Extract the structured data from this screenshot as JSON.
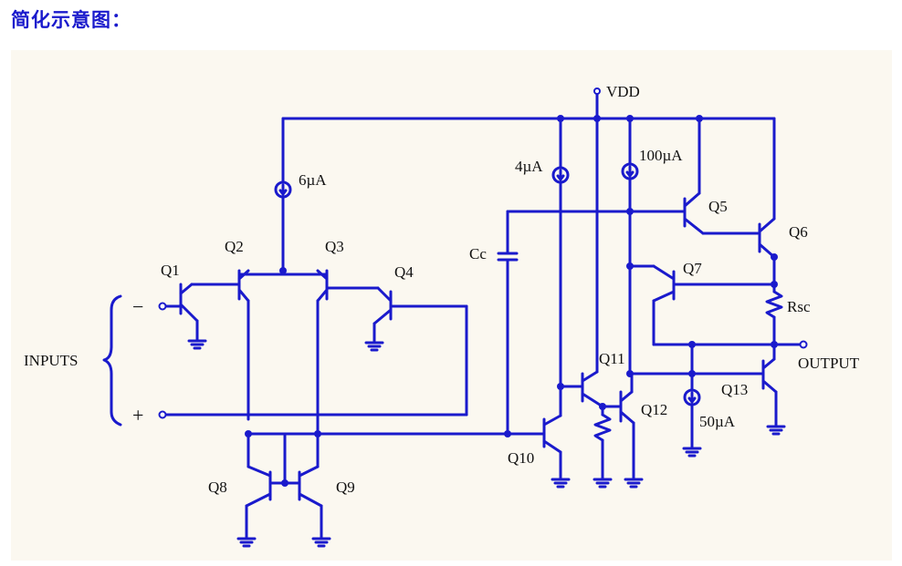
{
  "heading": "简化示意图：",
  "colors": {
    "wire": "#1a1acc",
    "background": "#fbf8f0",
    "heading": "#1a1acc"
  },
  "labels": {
    "vdd": "VDD",
    "i6": "6µA",
    "i4": "4µA",
    "i100": "100µA",
    "i50": "50µA",
    "q1": "Q1",
    "q2": "Q2",
    "q3": "Q3",
    "q4": "Q4",
    "q5": "Q5",
    "q6": "Q6",
    "q7": "Q7",
    "q8": "Q8",
    "q9": "Q9",
    "q10": "Q10",
    "q11": "Q11",
    "q12": "Q12",
    "q13": "Q13",
    "cc": "Cc",
    "rsc": "Rsc",
    "inputs": "INPUTS",
    "output": "OUTPUT",
    "minus": "−",
    "plus": "+"
  }
}
